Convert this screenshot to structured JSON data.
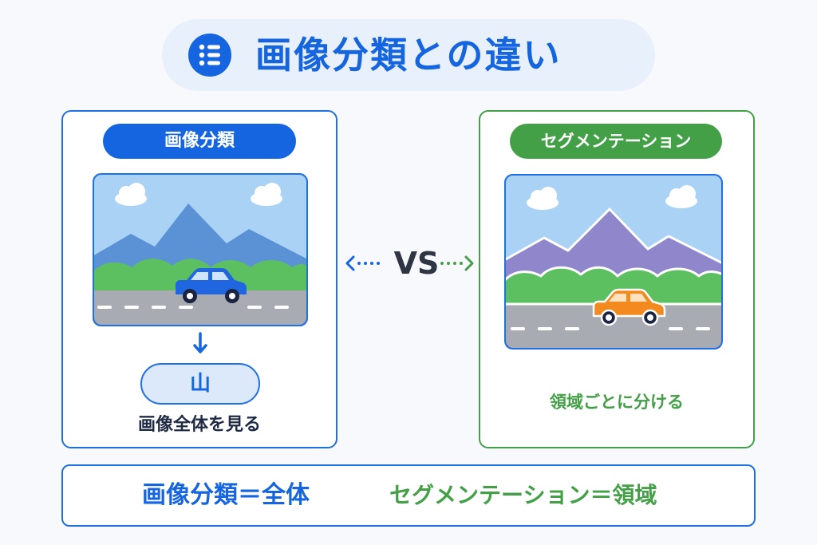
{
  "title": {
    "text": "画像分類との違い"
  },
  "left_panel": {
    "label": "画像分類",
    "result": "山",
    "caption": "画像全体を見る"
  },
  "right_panel": {
    "label": "セグメンテーション",
    "caption": "領域ごとに分ける"
  },
  "vs": "VS",
  "summary": {
    "left": "画像分類＝全体",
    "right": "セグメンテーション＝領域"
  },
  "icons": {
    "title": "list-icon",
    "down_arrow": "arrow-down-icon",
    "vs_left": "dotted-arrow-left-icon",
    "vs_right": "dotted-arrow-right-icon"
  },
  "colors": {
    "blue": "#1565e0",
    "green": "#43a047",
    "dark": "#2f3542",
    "light_blue": "#dbe9fb"
  }
}
